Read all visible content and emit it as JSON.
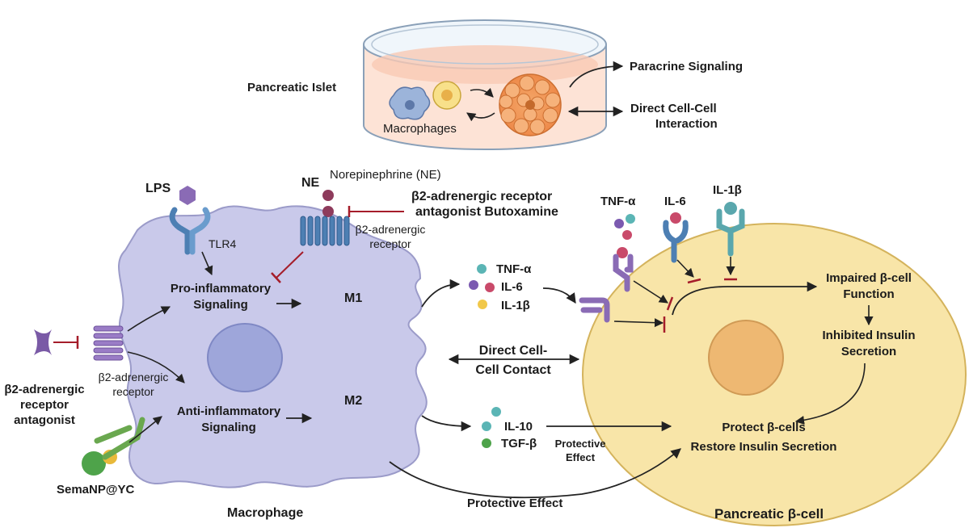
{
  "islet": {
    "title": "Pancreatic Islet",
    "macrophages": "Macrophages",
    "paracrine": "Paracrine Signaling",
    "direct_line1": "Direct Cell-Cell",
    "direct_line2": "Interaction"
  },
  "macrophage": {
    "lps": "LPS",
    "tlr4": "TLR4",
    "ne": "NE",
    "ne_full": "Norepinephrine (NE)",
    "b2_receptor_top_line1": "β2-adrenergic",
    "b2_receptor_top_line2": "receptor",
    "b2_receptor_left_line1": "β2-adrenergic",
    "b2_receptor_left_line2": "receptor",
    "butoxamine_line1": "β2-adrenergic receptor",
    "butoxamine_line2": "antagonist Butoxamine",
    "pro_line1": "Pro-inflammatory",
    "pro_line2": "Signaling",
    "anti_line1": "Anti-inflammatory",
    "anti_line2": "Signaling",
    "m1": "M1",
    "m2": "M2",
    "antagonist_line1": "β2-adrenergic",
    "antagonist_line2": "receptor",
    "antagonist_line3": "antagonist",
    "sema": "SemaNP@YC",
    "label": "Macrophage"
  },
  "cytokines_m1": [
    "TNF-α",
    "IL-6",
    "IL-1β"
  ],
  "cytokines_m2": [
    "IL-10",
    "TGF-β"
  ],
  "middle": {
    "contact_line1": "Direct Cell-",
    "contact_line2": "Cell Contact",
    "protective_line1": "Protective",
    "protective_line2": "Effect",
    "protective_bottom": "Protective Effect"
  },
  "beta_cell": {
    "tnf": "TNF-α",
    "il6": "IL-6",
    "il1b": "IL-1β",
    "impaired_line1": "Impaired β-cell",
    "impaired_line2": "Function",
    "inhibited_line1": "Inhibited Insulin",
    "inhibited_line2": "Secretion",
    "protect_line1": "Protect β-cells",
    "protect_line2": "Restore Insulin Secretion",
    "label": "Pancreatic β-cell"
  },
  "colors": {
    "macrophage_fill": "#c9c9ea",
    "beta_fill": "#f8e5a8",
    "inhibit": "#a51d2a",
    "arrow": "#222222",
    "receptor_purple": "#8a6bb5",
    "receptor_blue": "#4d7fb3",
    "receptor_teal": "#5aa7ad"
  }
}
